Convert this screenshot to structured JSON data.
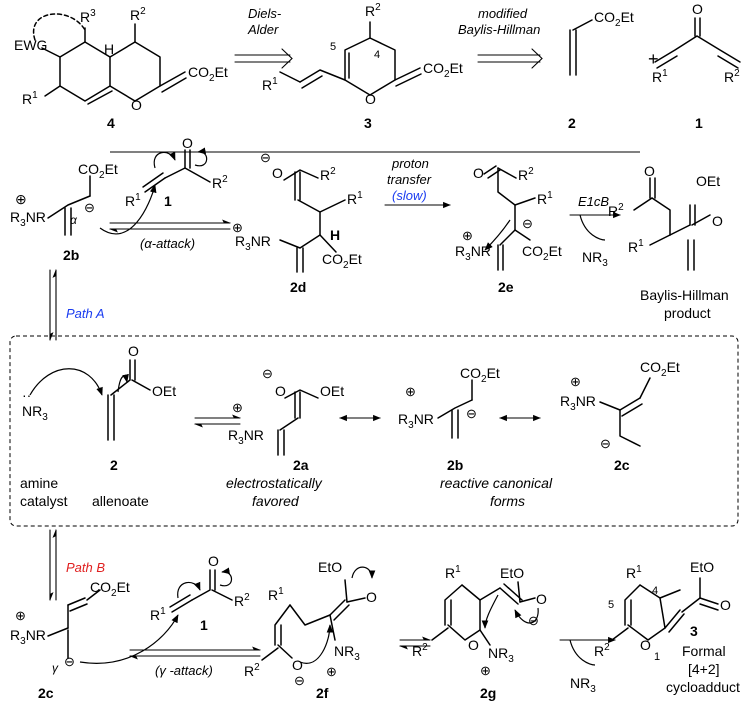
{
  "top": {
    "arrow1_label": [
      "Diels-",
      "Alder"
    ],
    "arrow2_label": [
      "modified",
      "Baylis-Hillman"
    ],
    "compound_labels": [
      "4",
      "3",
      "2",
      "1"
    ],
    "plus": "+",
    "sub": {
      "EWG": "EWG",
      "R3": "R",
      "R3s": "3",
      "R2": "R",
      "R2s": "2",
      "R1": "R",
      "R1s": "1",
      "H": "H",
      "O": "O",
      "CO2Et": "CO",
      "CO2Ets": "2",
      "Et": "Et",
      "n4": "4",
      "n5": "5"
    }
  },
  "mech": {
    "proton_transfer": [
      "proton",
      "transfer"
    ],
    "slow": "(slow)",
    "alpha_attack": "(α-attack)",
    "E1cB": "E1cB",
    "bh_product": [
      "Baylis-Hillman",
      "product"
    ],
    "path_a": "Path A",
    "path_b": "Path B",
    "gamma_attack": "(γ -attack)",
    "labels": [
      "2b",
      "1",
      "2d",
      "2e",
      "2",
      "2a",
      "2b",
      "2c",
      "2c",
      "1",
      "2f",
      "2g",
      "3"
    ],
    "NR3": "NR",
    "amine": [
      "amine",
      "catalyst"
    ],
    "allenoate": "allenoate",
    "electro": [
      "electrostatically",
      "favored"
    ],
    "reactive": [
      "reactive canonical",
      "forms"
    ],
    "formal": [
      "Formal",
      "[4+2]",
      "cycloadduct"
    ],
    "alpha": "α",
    "gamma": "γ",
    "H": "H",
    "O": "O",
    "OEt": "OEt",
    "EtO": "EtO"
  }
}
